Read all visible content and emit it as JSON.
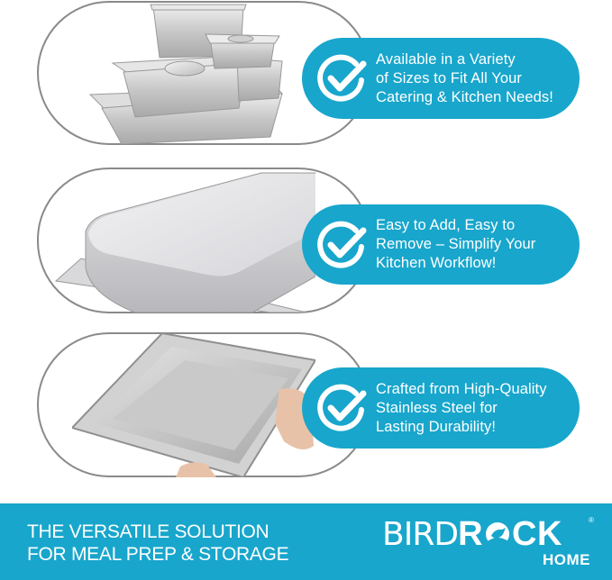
{
  "features": [
    {
      "lines": [
        "Available in a Variety",
        "of Sizes to Fit All Your",
        "Catering & Kitchen Needs!"
      ],
      "icon": "check-circle-icon",
      "image": "stacked-steam-table-pans-with-lids"
    },
    {
      "lines": [
        "Easy to Add, Easy to",
        "Remove – Simplify Your",
        "Kitchen Workflow!"
      ],
      "icon": "check-circle-icon",
      "image": "inverted-steam-table-pan"
    },
    {
      "lines": [
        "Crafted from High-Quality",
        "Stainless Steel for",
        "Lasting Durability!"
      ],
      "icon": "check-circle-icon",
      "image": "hands-holding-steam-table-pan"
    }
  ],
  "footer": {
    "tagline_lines": [
      "THE VERSATILE SOLUTION",
      "FOR MEAL PREP & STORAGE"
    ],
    "logo": {
      "thin": "BIRD",
      "bold": "RCK",
      "bold_o_glyph": "bird-in-circle",
      "registered": "®",
      "sub": "HOME"
    }
  },
  "colors": {
    "accent": "#18a6cc",
    "frame_border": "#8a8a8a",
    "text_on_accent": "#ffffff",
    "background": "#ffffff"
  }
}
